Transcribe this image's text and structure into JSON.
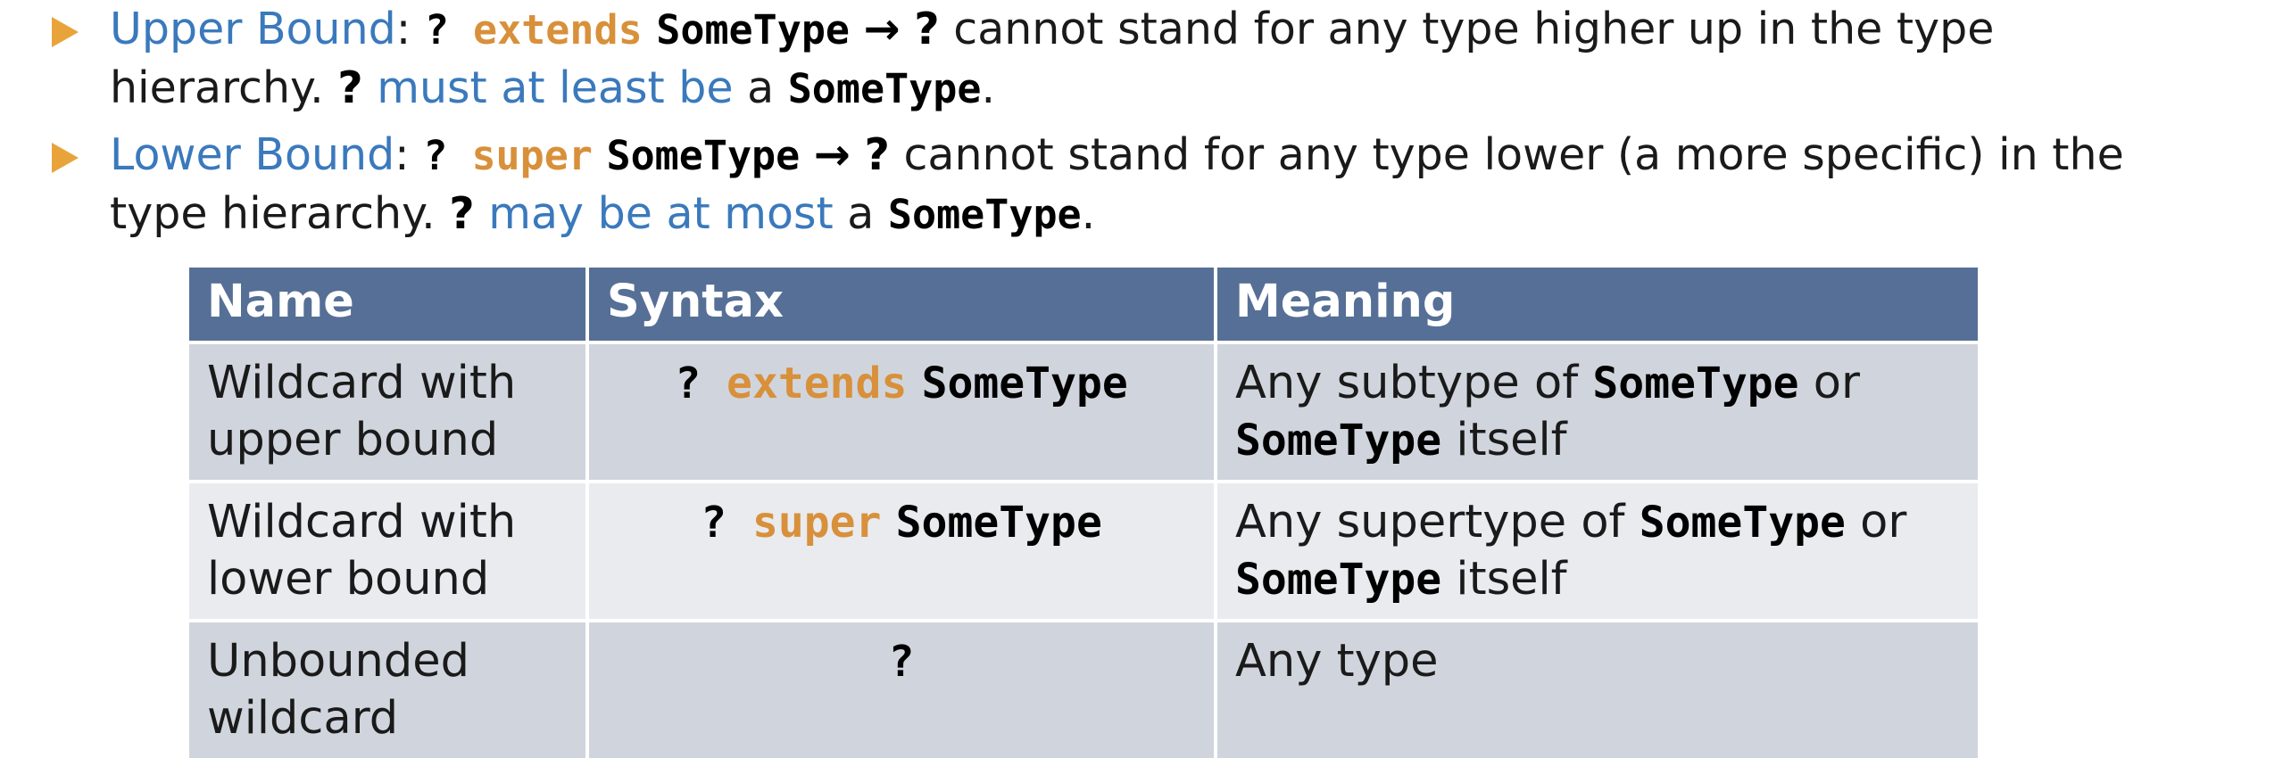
{
  "bullets": [
    {
      "icon": "triangle-right-icon",
      "label": "Upper Bound",
      "colon": ": ",
      "q1": "? ",
      "keyword": "extends",
      "type": "SomeType",
      "arrow": "→",
      "q2": "?",
      "text1": " cannot stand for any type higher up in the type",
      "text2": "hierarchy. ",
      "q3": "?",
      "emph": "must at least be",
      "text3": " a ",
      "type2": "SomeType",
      "end": "."
    },
    {
      "icon": "triangle-right-icon",
      "label": "Lower Bound",
      "colon": ": ",
      "q1": "? ",
      "keyword": "super",
      "type": "SomeType",
      "arrow": "→",
      "q2": "?",
      "text1": " cannot stand for any type lower (a more specific) in the",
      "text2": "type hierarchy. ",
      "q3": "?",
      "emph": "may be at most",
      "text3": " a ",
      "type2": "SomeType",
      "end": "."
    }
  ],
  "table": {
    "headers": [
      "Name",
      "Syntax",
      "Meaning"
    ],
    "rows": [
      {
        "name_line1": "Wildcard with",
        "name_line2": "upper bound",
        "syntax_q": "? ",
        "syntax_kw": "extends",
        "syntax_type": "SomeType",
        "meaning_pre": "Any subtype of ",
        "meaning_type": "SomeType",
        "meaning_post": " or",
        "meaning_type2": "SomeType",
        "meaning_end": " itself"
      },
      {
        "name_line1": "Wildcard with",
        "name_line2": "lower bound",
        "syntax_q": "? ",
        "syntax_kw": "super",
        "syntax_type": "SomeType",
        "meaning_pre": "Any supertype of ",
        "meaning_type": "SomeType",
        "meaning_post": " or",
        "meaning_type2": "SomeType",
        "meaning_end": " itself"
      },
      {
        "name_line1": "Unbounded",
        "name_line2": "wildcard",
        "syntax_q": "?",
        "meaning_pre": "Any type"
      }
    ]
  },
  "colors": {
    "bullet_arrow": "#e8a43a",
    "emphasis_blue": "#3a79bc",
    "keyword_orange": "#d8903a",
    "header_bg": "#566f96",
    "row_dark": "#d0d5dd",
    "row_light": "#e9ebef"
  }
}
